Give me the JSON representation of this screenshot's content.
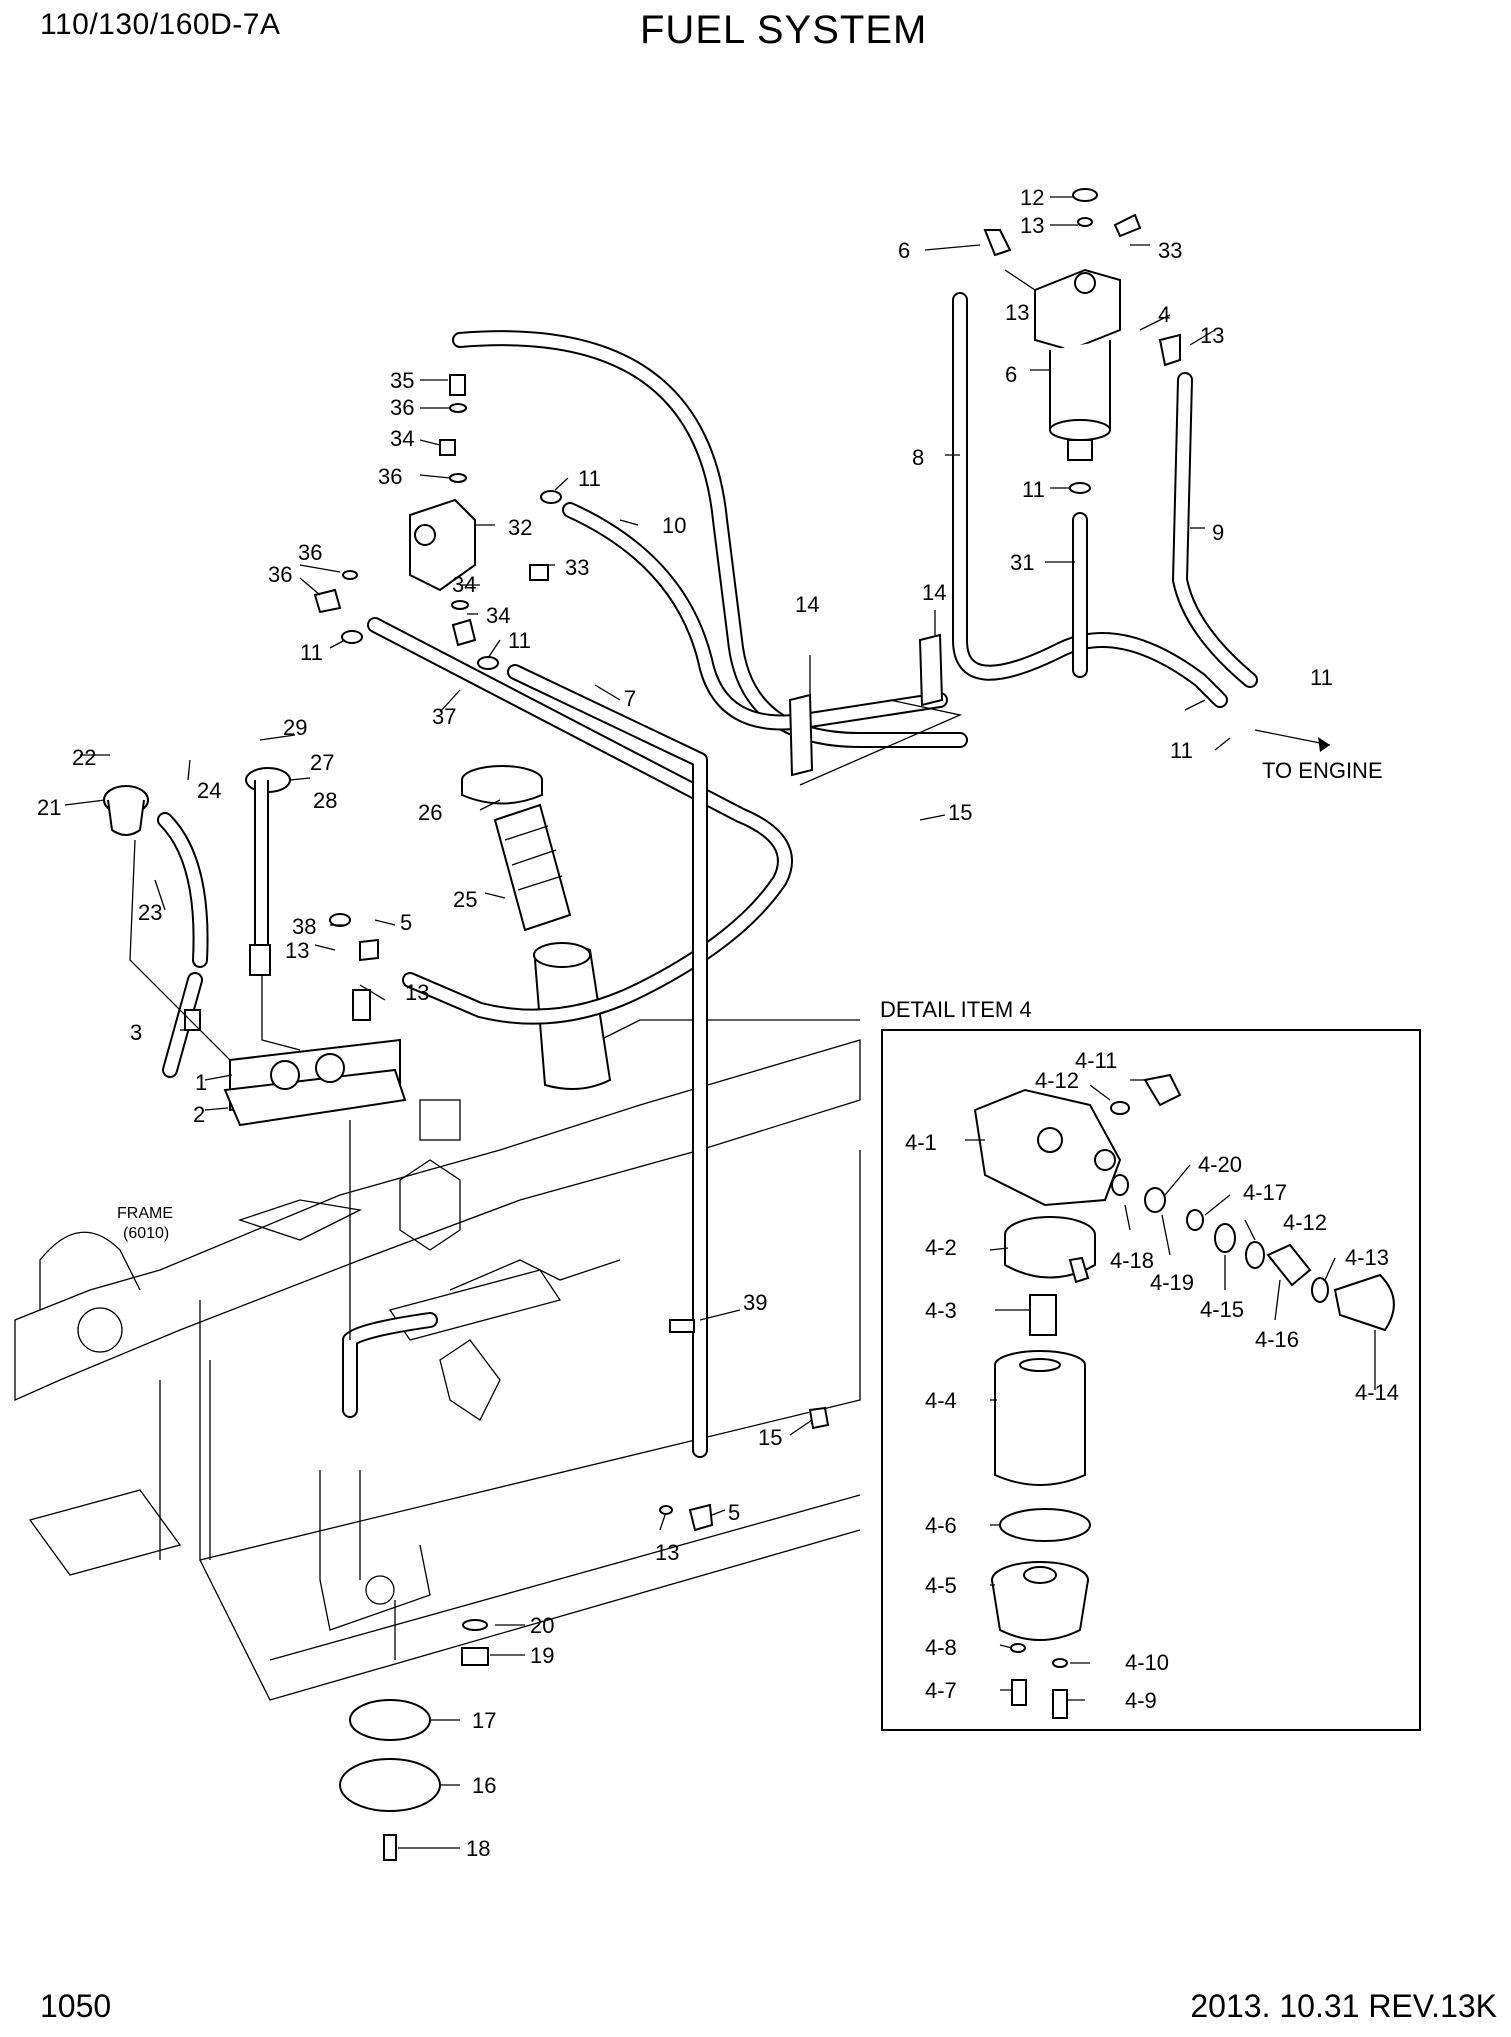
{
  "header": {
    "model": "110/130/160D-7A",
    "title": "FUEL SYSTEM"
  },
  "footer": {
    "page_number": "1050",
    "revision": "2013. 10.31  REV.13K"
  },
  "annotations": {
    "to_engine": "TO ENGINE",
    "detail_title": "DETAIL ITEM 4",
    "frame_label_1": "FRAME",
    "frame_label_2": "(6010)"
  },
  "callouts": [
    "12",
    "13",
    "6",
    "33",
    "13",
    "4",
    "13",
    "6",
    "8",
    "11",
    "9",
    "31",
    "35",
    "36",
    "34",
    "36",
    "11",
    "10",
    "32",
    "33",
    "36",
    "34",
    "36",
    "34",
    "11",
    "11",
    "14",
    "14",
    "11",
    "11",
    "37",
    "7",
    "15",
    "29",
    "22",
    "27",
    "21",
    "24",
    "28",
    "26",
    "23",
    "25",
    "38",
    "5",
    "13",
    "13",
    "3",
    "1",
    "2",
    "39",
    "15",
    "5",
    "13",
    "20",
    "19",
    "17",
    "16",
    "18"
  ],
  "detail_callouts": [
    "4-11",
    "4-12",
    "4-1",
    "4-20",
    "4-17",
    "4-12",
    "4-18",
    "4-19",
    "4-2",
    "4-13",
    "4-15",
    "4-16",
    "4-3",
    "4-14",
    "4-4",
    "4-6",
    "4-5",
    "4-8",
    "4-10",
    "4-7",
    "4-9"
  ]
}
